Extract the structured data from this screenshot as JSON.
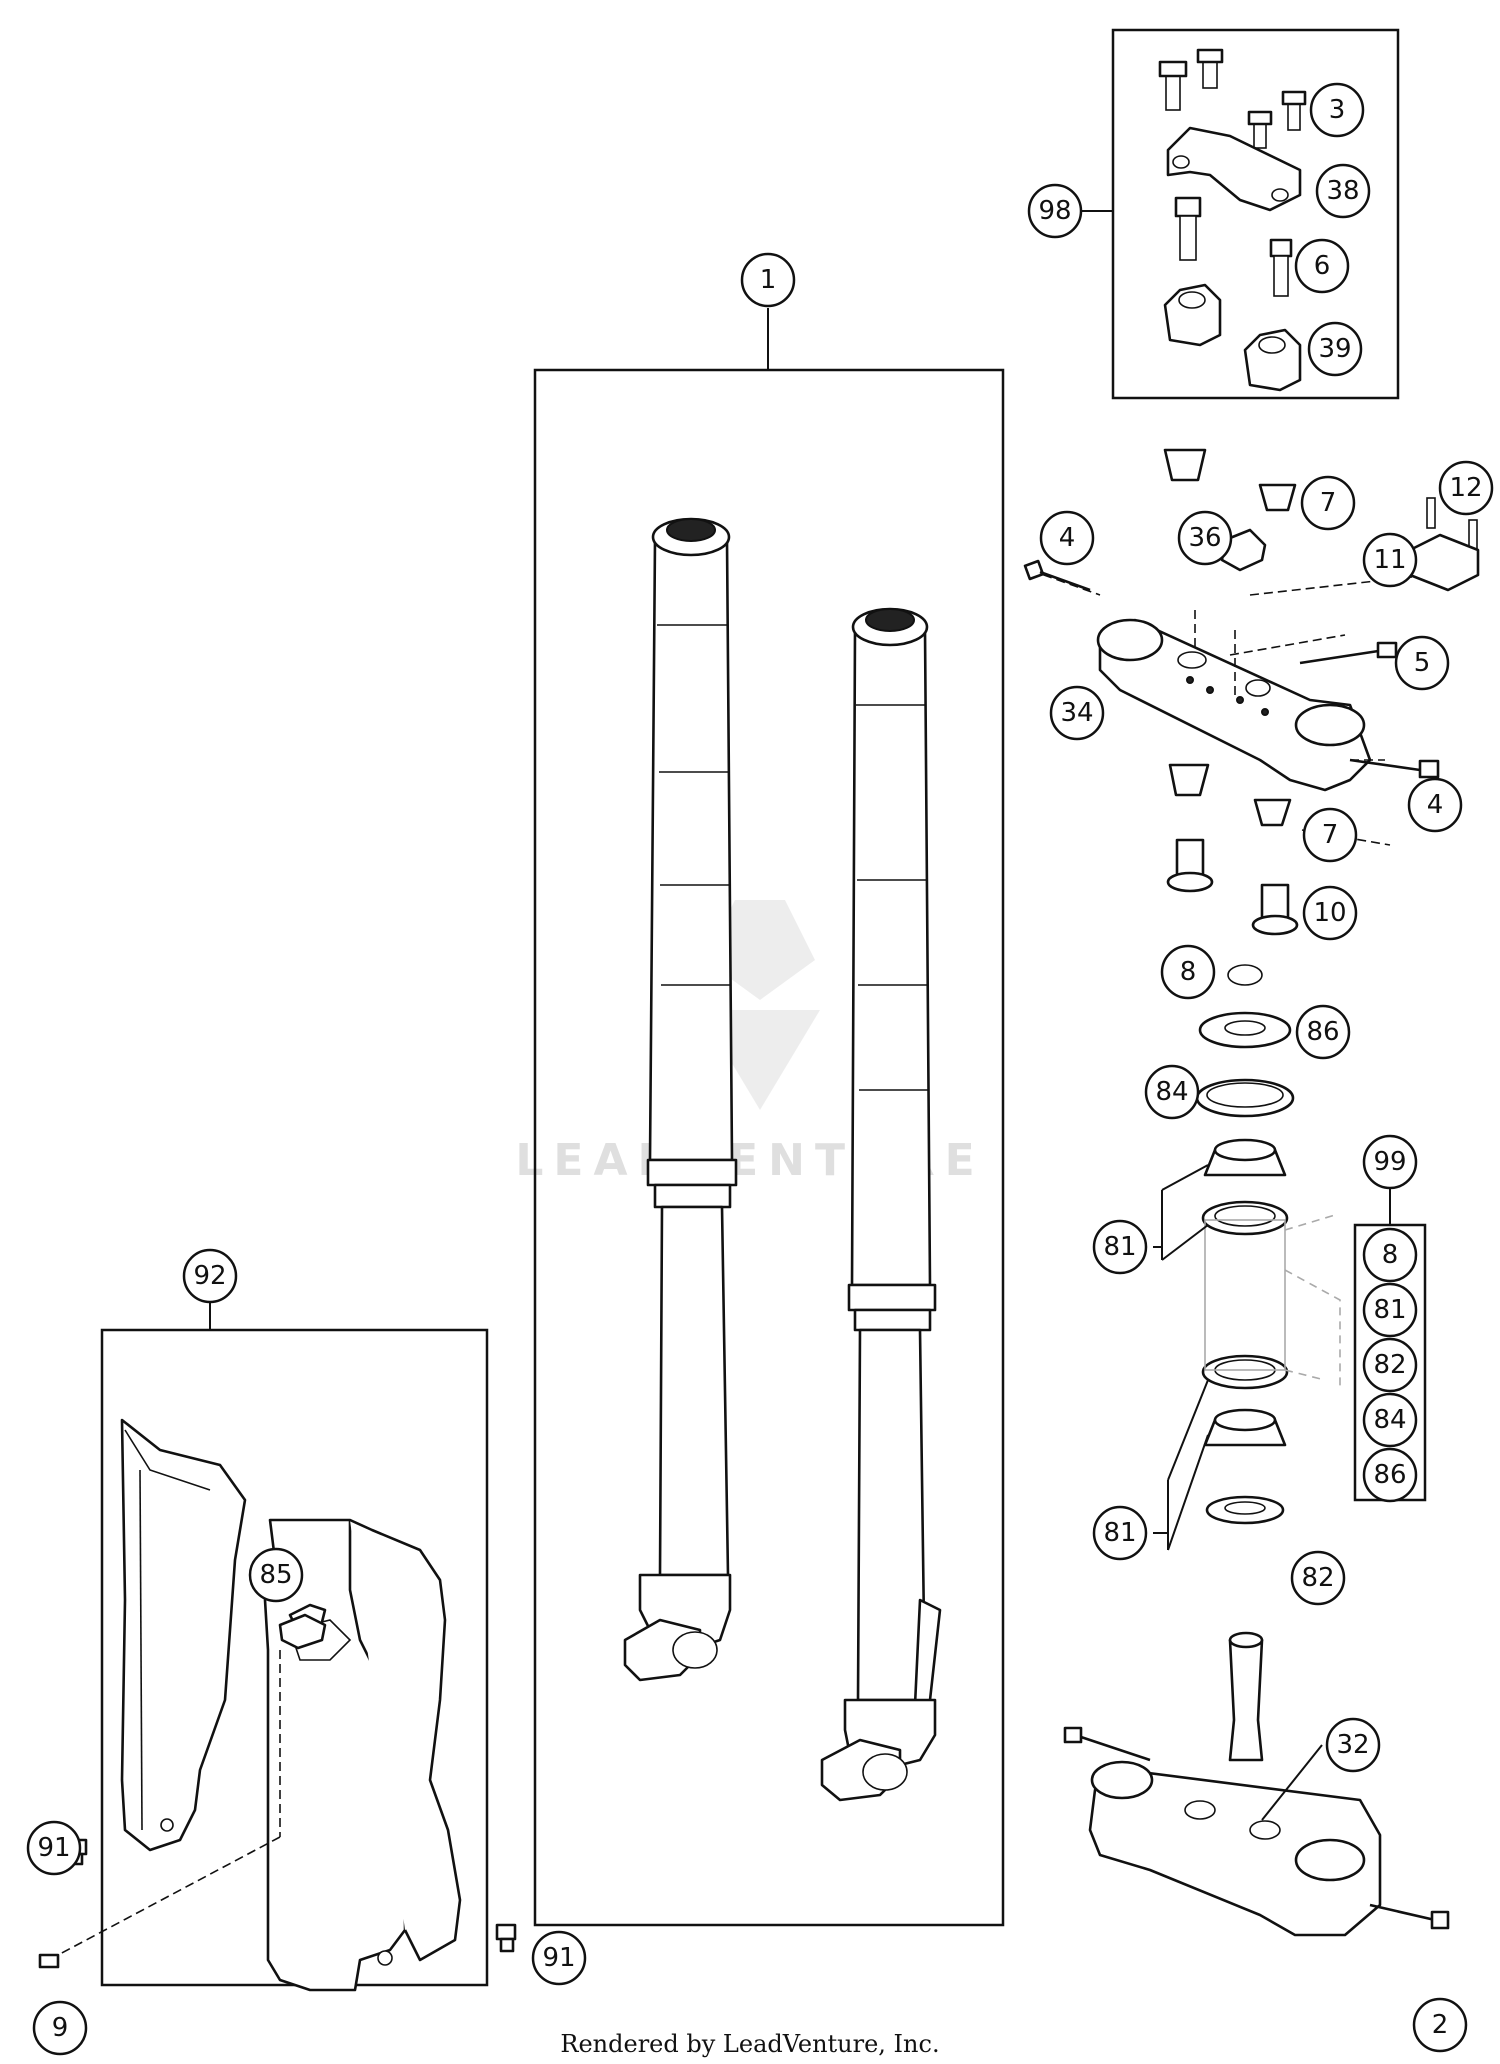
{
  "watermark": "LEADVENTURE",
  "footer": "Rendered by LeadVenture, Inc.",
  "callouts": {
    "c1": "1",
    "c2": "2",
    "c3": "3",
    "c4a": "4",
    "c4b": "4",
    "c5": "5",
    "c6": "6",
    "c7a": "7",
    "c7b": "7",
    "c8a": "8",
    "c9": "9",
    "c10": "10",
    "c11": "11",
    "c12": "12",
    "c32": "32",
    "c34": "34",
    "c36": "36",
    "c38": "38",
    "c39": "39",
    "c81a": "81",
    "c81b": "81",
    "c82": "82",
    "c84": "84",
    "c85": "85",
    "c86": "86",
    "c91a": "91",
    "c91b": "91",
    "c92": "92",
    "c98": "98",
    "c99": "99"
  },
  "kit_99_items": [
    "8",
    "81",
    "82",
    "84",
    "86"
  ]
}
